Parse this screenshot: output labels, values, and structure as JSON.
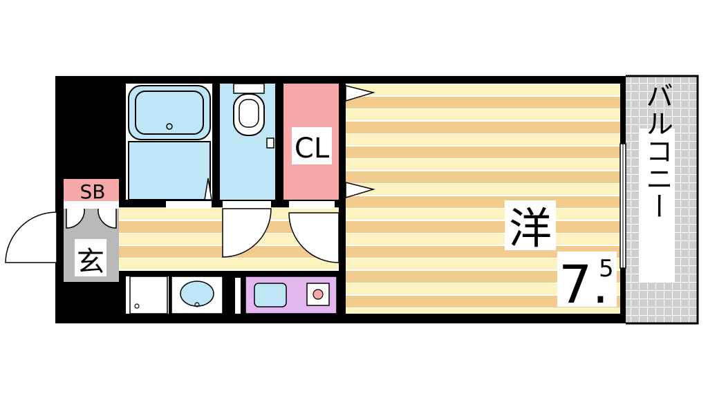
{
  "floorplan": {
    "labels": {
      "shoebox": "SB",
      "entrance": "玄",
      "closet": "CL",
      "western_room": "洋",
      "room_size_main": "7.",
      "room_size_frac": "5",
      "balcony": "バルコニー"
    },
    "colors": {
      "wall": "#000000",
      "floor_light": "#fdf3c0",
      "floor_dark": "#f2cc8f",
      "floor_line": "#ffffff",
      "bath": "#bfe6f7",
      "closet": "#f6a7a7",
      "shoebox": "#f6a7a7",
      "entrance": "#b9b9b9",
      "kitchen": "#e3b8ee",
      "balcony_tile": "#cfcfcf"
    }
  }
}
